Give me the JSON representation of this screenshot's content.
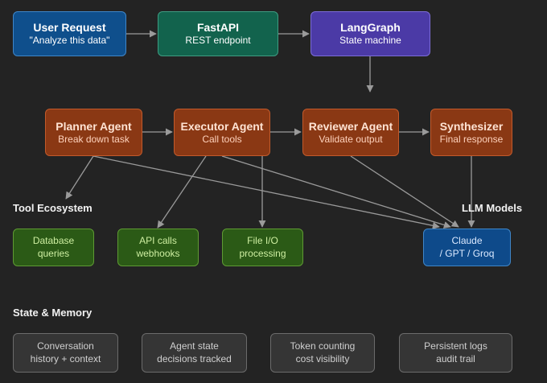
{
  "row1": [
    {
      "title": "User Request",
      "subtitle": "\"Analyze this data\""
    },
    {
      "title": "FastAPI",
      "subtitle": "REST endpoint"
    },
    {
      "title": "LangGraph",
      "subtitle": "State machine"
    }
  ],
  "agents": [
    {
      "title": "Planner Agent",
      "subtitle": "Break down task"
    },
    {
      "title": "Executor Agent",
      "subtitle": "Call tools"
    },
    {
      "title": "Reviewer Agent",
      "subtitle": "Validate output"
    },
    {
      "title": "Synthesizer",
      "subtitle": "Final response"
    }
  ],
  "sections": {
    "tools": "Tool Ecosystem",
    "llm": "LLM Models",
    "state": "State & Memory"
  },
  "tools": [
    {
      "line1": "Database",
      "line2": "queries"
    },
    {
      "line1": "API calls",
      "line2": "webhooks"
    },
    {
      "line1": "File I/O",
      "line2": "processing"
    }
  ],
  "llm": {
    "line1": "Claude",
    "line2": "/ GPT / Groq"
  },
  "state": [
    {
      "line1": "Conversation",
      "line2": "history + context"
    },
    {
      "line1": "Agent state",
      "line2": "decisions tracked"
    },
    {
      "line1": "Token counting",
      "line2": "cost visibility"
    },
    {
      "line1": "Persistent logs",
      "line2": "audit trail"
    }
  ],
  "colors": {
    "background": "#232323",
    "arrow": "#9a9a9a",
    "request": "#0f4f8c",
    "api": "#12634d",
    "graph": "#4b3aa6",
    "agent": "#8a3814",
    "tool": "#2b5a16",
    "model": "#0e4a8a",
    "memory": "#353535"
  }
}
